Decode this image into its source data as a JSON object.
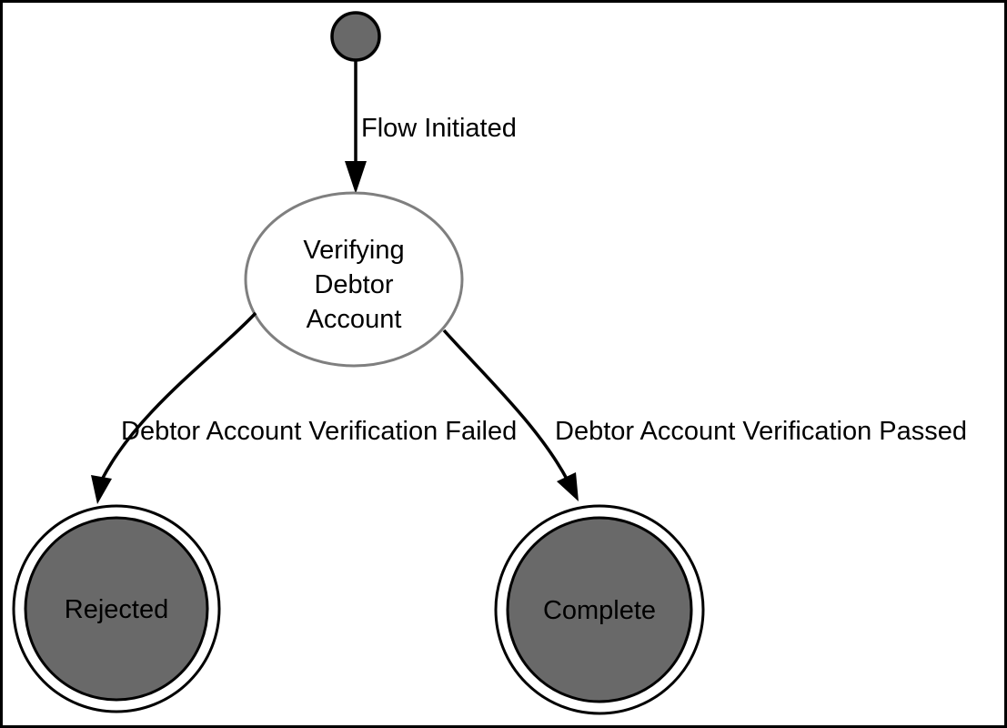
{
  "diagram": {
    "type": "state-machine",
    "colors": {
      "background": "#ffffff",
      "border": "#000000",
      "state_fill": "#696969",
      "node_stroke": "#000000",
      "ellipse_stroke": "#7f7f7f",
      "edge": "#000000",
      "edge_label": "#000000",
      "final_label": "#ffffff"
    },
    "nodes": {
      "initial": {
        "kind": "initial"
      },
      "verifying": {
        "kind": "state",
        "label_lines": [
          "Verifying",
          "Debtor",
          "Account"
        ]
      },
      "rejected": {
        "kind": "final",
        "label": "Rejected"
      },
      "complete": {
        "kind": "final",
        "label": "Complete"
      }
    },
    "edges": [
      {
        "from": "initial",
        "to": "verifying",
        "label": "Flow Initiated"
      },
      {
        "from": "verifying",
        "to": "rejected",
        "label": "Debtor Account Verification Failed"
      },
      {
        "from": "verifying",
        "to": "complete",
        "label": "Debtor Account Verification Passed"
      }
    ]
  }
}
